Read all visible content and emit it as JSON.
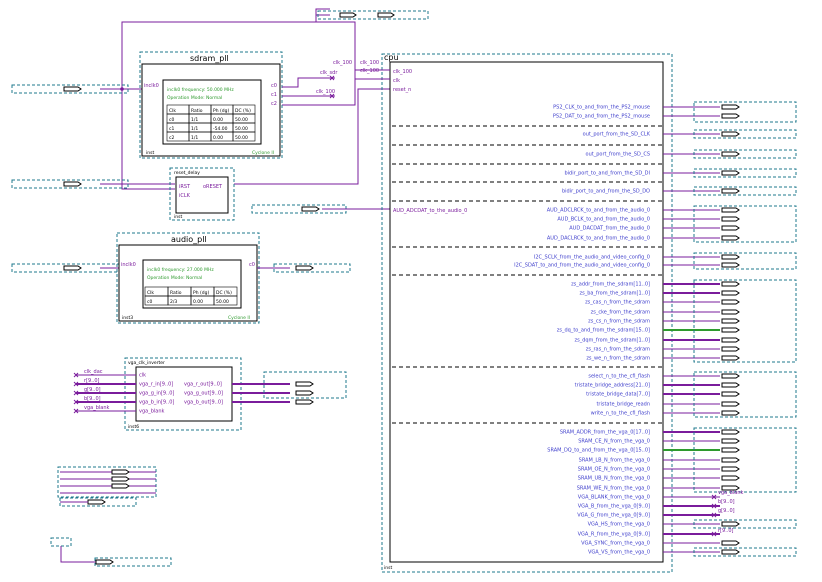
{
  "sdram_pll": {
    "title": "sdram_pll",
    "inst": "inst",
    "inclk": "inclk0",
    "freq_line1": "inclk0 frequency: 50.000 MHz",
    "freq_line2": "Operation Mode: Normal",
    "outputs": [
      "c0",
      "c1",
      "c2"
    ],
    "table": [
      [
        "Clk",
        "Ratio",
        "Ph (dg)",
        "DC (%)"
      ],
      [
        "c0",
        "1/1",
        "0.00",
        "50.00"
      ],
      [
        "c1",
        "1/1",
        "-54.00",
        "50.00"
      ],
      [
        "c2",
        "1/1",
        "0.00",
        "50.00"
      ]
    ],
    "family": "Cyclone II",
    "clk_labels": [
      "clk_100",
      "clk_sdr",
      "clk_100"
    ]
  },
  "reset_block": {
    "title": "reset_delay",
    "pins_in": [
      "iRST",
      "iCLK"
    ],
    "pin_out": "oRESET",
    "inst": "inst"
  },
  "audio_pll": {
    "title": "audio_pll",
    "inst": "inst3",
    "inclk": "inclk0",
    "freq_line1": "inclk0 frequency: 27.000 MHz",
    "freq_line2": "Operation Mode: Normal",
    "output": "c0",
    "table": [
      [
        "Clk",
        "Ratio",
        "Ph (dg)",
        "DC (%)"
      ],
      [
        "c0",
        "2/3",
        "0.00",
        "50.00"
      ]
    ],
    "family": "Cyclone II"
  },
  "vga_block": {
    "title": "vga_clk_inverter",
    "inst": "inst6",
    "pins_in": [
      "clk",
      "vga_r_in[9..0]",
      "vga_g_in[9..0]",
      "vga_b_in[9..0]",
      "vga_blank"
    ],
    "pins_out": [
      "vga_r_out[9..0]",
      "vga_g_out[9..0]",
      "vga_b_out[9..0]"
    ],
    "left_labels": [
      "clk_dac",
      "r[9..0]",
      "g[9..0]",
      "b[9..0]",
      "vga_blank"
    ]
  },
  "cpu": {
    "title": "cpu",
    "inst": "inst",
    "clk_labels": [
      "clk_100",
      "clk_100"
    ],
    "inputs": [
      "clk_100",
      "clk",
      "reset_n"
    ],
    "audio_adcdat_in": "AUD_ADCDAT_to_the_audio_0",
    "ports": [
      "PS2_CLK_to_and_from_the_PS2_mouse",
      "PS2_DAT_to_and_from_the_PS2_mouse",
      "out_port_from_the_SD_CLK",
      "out_port_from_the_SD_CS",
      "bidir_port_to_and_from_the_SD_DI",
      "bidir_port_to_and_from_the_SD_DO",
      "AUD_ADCLRCK_to_and_from_the_audio_0",
      "AUD_BCLK_to_and_from_the_audio_0",
      "AUD_DACDAT_from_the_audio_0",
      "AUD_DACLRCK_to_and_from_the_audio_0",
      "I2C_SCLK_from_the_audio_and_video_config_0",
      "I2C_SDAT_to_and_from_the_audio_and_video_config_0",
      "zs_addr_from_the_sdram[11..0]",
      "zs_ba_from_the_sdram[1..0]",
      "zs_cas_n_from_the_sdram",
      "zs_cke_from_the_sdram",
      "zs_cs_n_from_the_sdram",
      "zs_dq_to_and_from_the_sdram[15..0]",
      "zs_dqm_from_the_sdram[1..0]",
      "zs_ras_n_from_the_sdram",
      "zs_we_n_from_the_sdram",
      "select_n_to_the_cfi_flash",
      "tristate_bridge_address[21..0]",
      "tristate_bridge_data[7..0]",
      "tristate_bridge_readn",
      "write_n_to_the_cfi_flash",
      "SRAM_ADDR_from_the_vga_0[17..0]",
      "SRAM_CE_N_from_the_vga_0",
      "SRAM_DQ_to_and_from_the_vga_0[15..0]",
      "SRAM_LB_N_from_the_vga_0",
      "SRAM_OE_N_from_the_vga_0",
      "SRAM_UB_N_from_the_vga_0",
      "SRAM_WE_N_from_the_vga_0",
      "VGA_BLANK_from_the_vga_0",
      "VGA_B_from_the_vga_0[9..0]",
      "VGA_G_from_the_vga_0[9..0]",
      "VGA_HS_from_the_vga_0",
      "VGA_R_from_the_vga_0[9..0]",
      "VGA_SYNC_from_the_vga_0",
      "VGA_VS_from_the_vga_0"
    ],
    "vga_net_labels": [
      "vga_blank",
      "b[9..0]",
      "g[9..0]",
      "r[9..0]"
    ]
  },
  "colors": {
    "wire": "#7a1c9c",
    "text_blue": "#4040cc",
    "text_green": "#2e9a2e",
    "dashed": "#1f7a8c"
  }
}
